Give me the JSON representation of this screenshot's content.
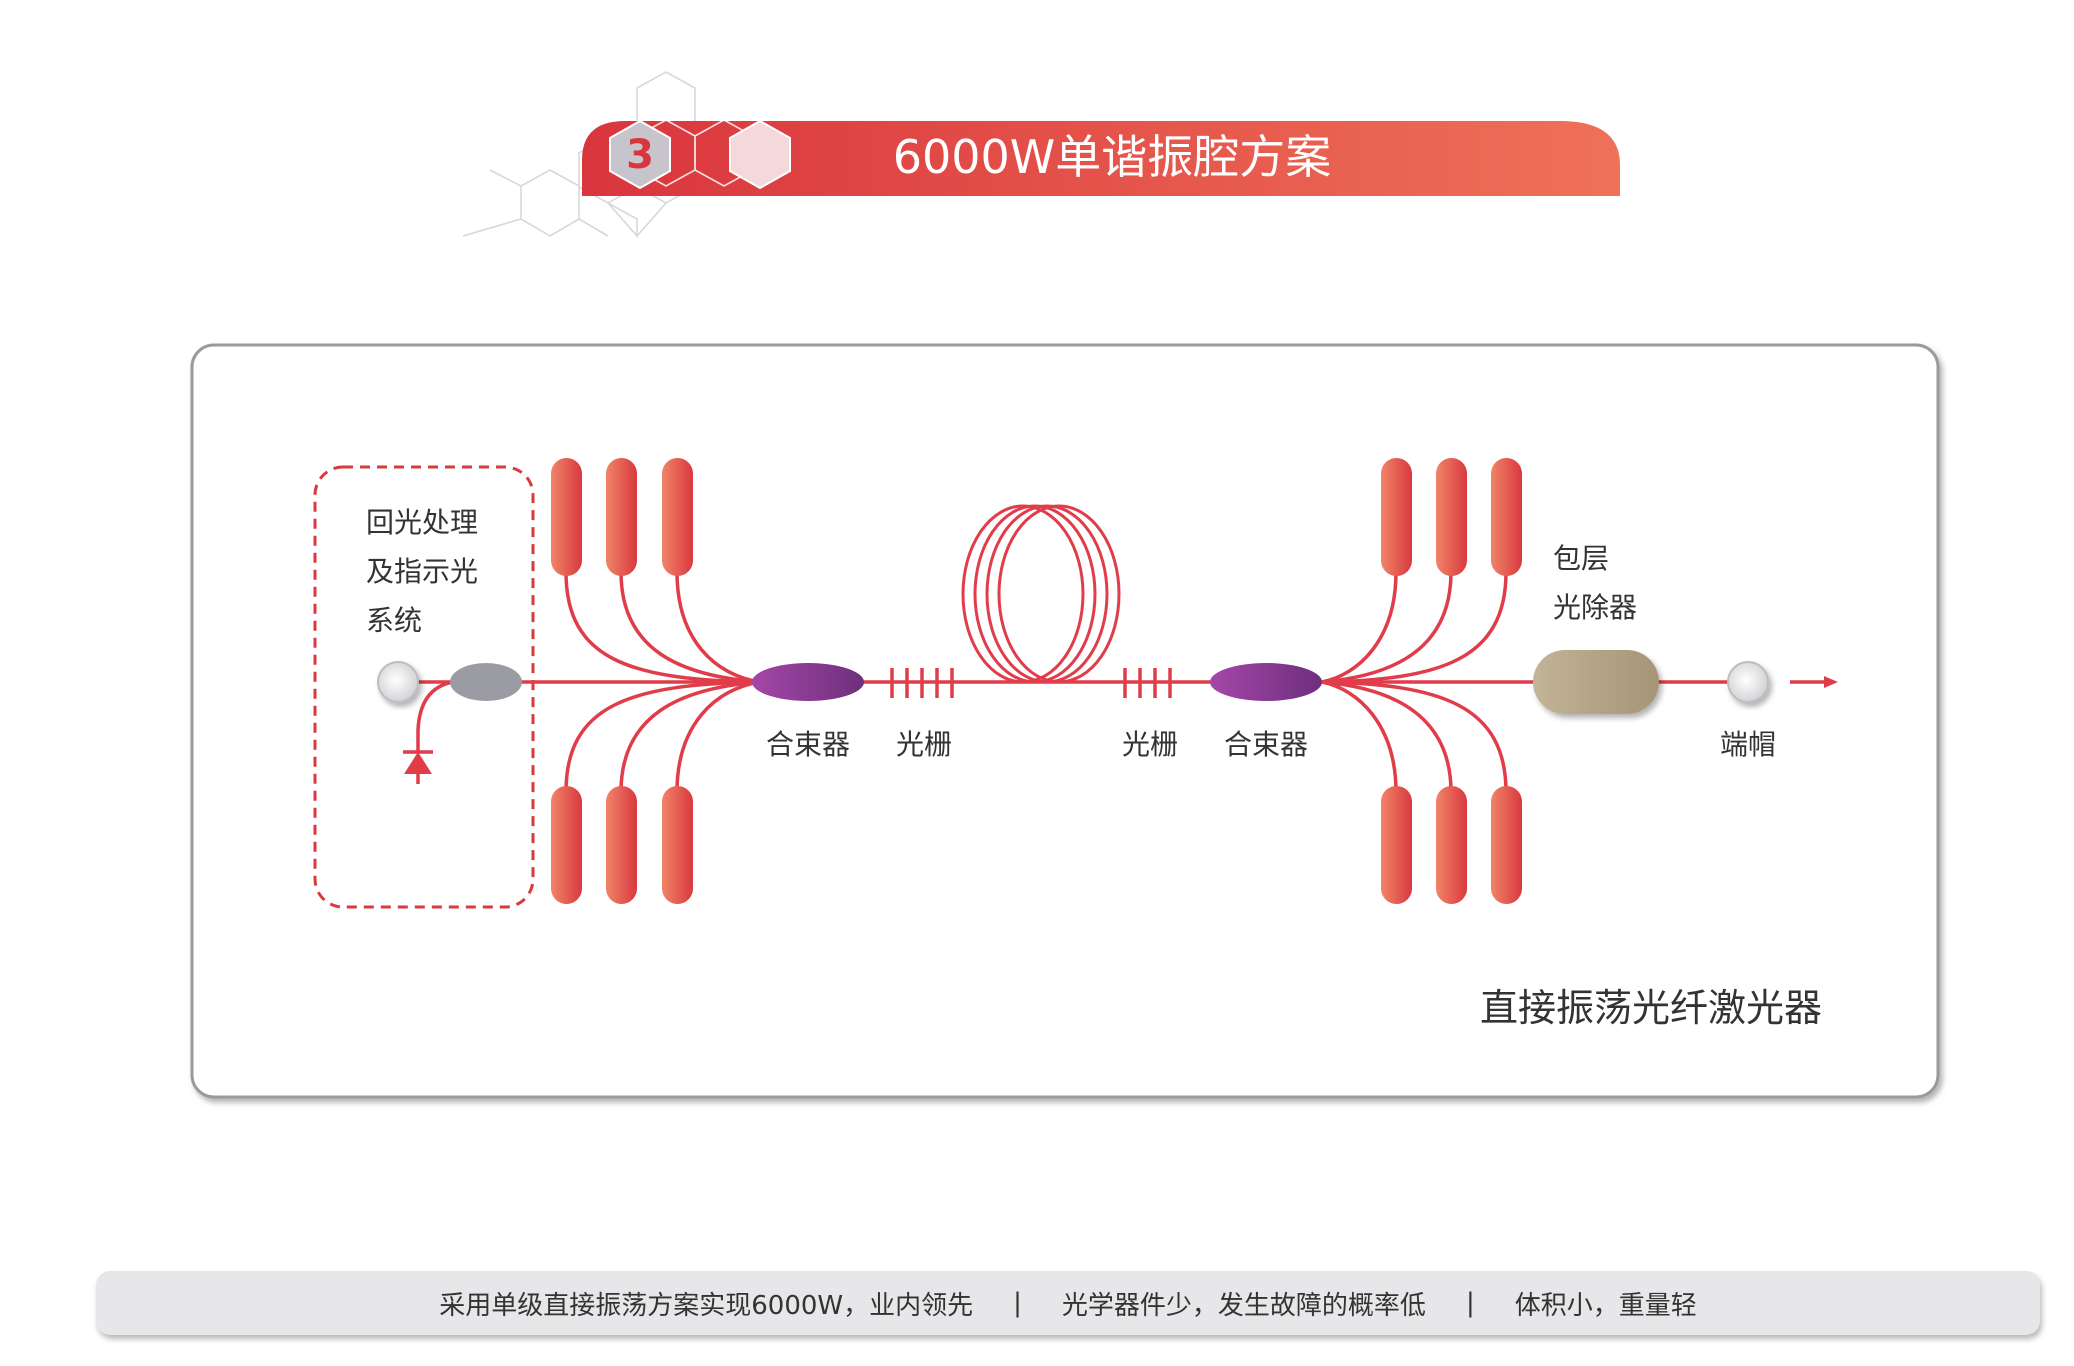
{
  "header": {
    "step_number": "3",
    "title": "6000W单谐振腔方案"
  },
  "diagram": {
    "caption": "直接振荡光纤激光器",
    "labels": {
      "backlight_line1": "回光处理",
      "backlight_line2": "及指示光",
      "backlight_line3": "系统",
      "combiner_left": "合束器",
      "grating_left": "光栅",
      "grating_right": "光栅",
      "combiner_right": "合束器",
      "cps_line1": "包层",
      "cps_line2": "光除器",
      "endcap": "端帽"
    }
  },
  "footer": {
    "item1": "采用单级直接振荡方案实现6000W，业内领先",
    "item2": "光学器件少，发生故障的概率低",
    "item3": "体积小，重量轻",
    "separator": "|"
  },
  "colors": {
    "accent_red": "#e04a4a",
    "fiber_red": "#e03c4a",
    "combiner_purple": "#8b3f9a",
    "cps_tan": "#b1a185",
    "isolator_grey": "#9b9ba3",
    "panel_border": "#9a9a9a",
    "footer_bg": "#e7e7e9"
  }
}
